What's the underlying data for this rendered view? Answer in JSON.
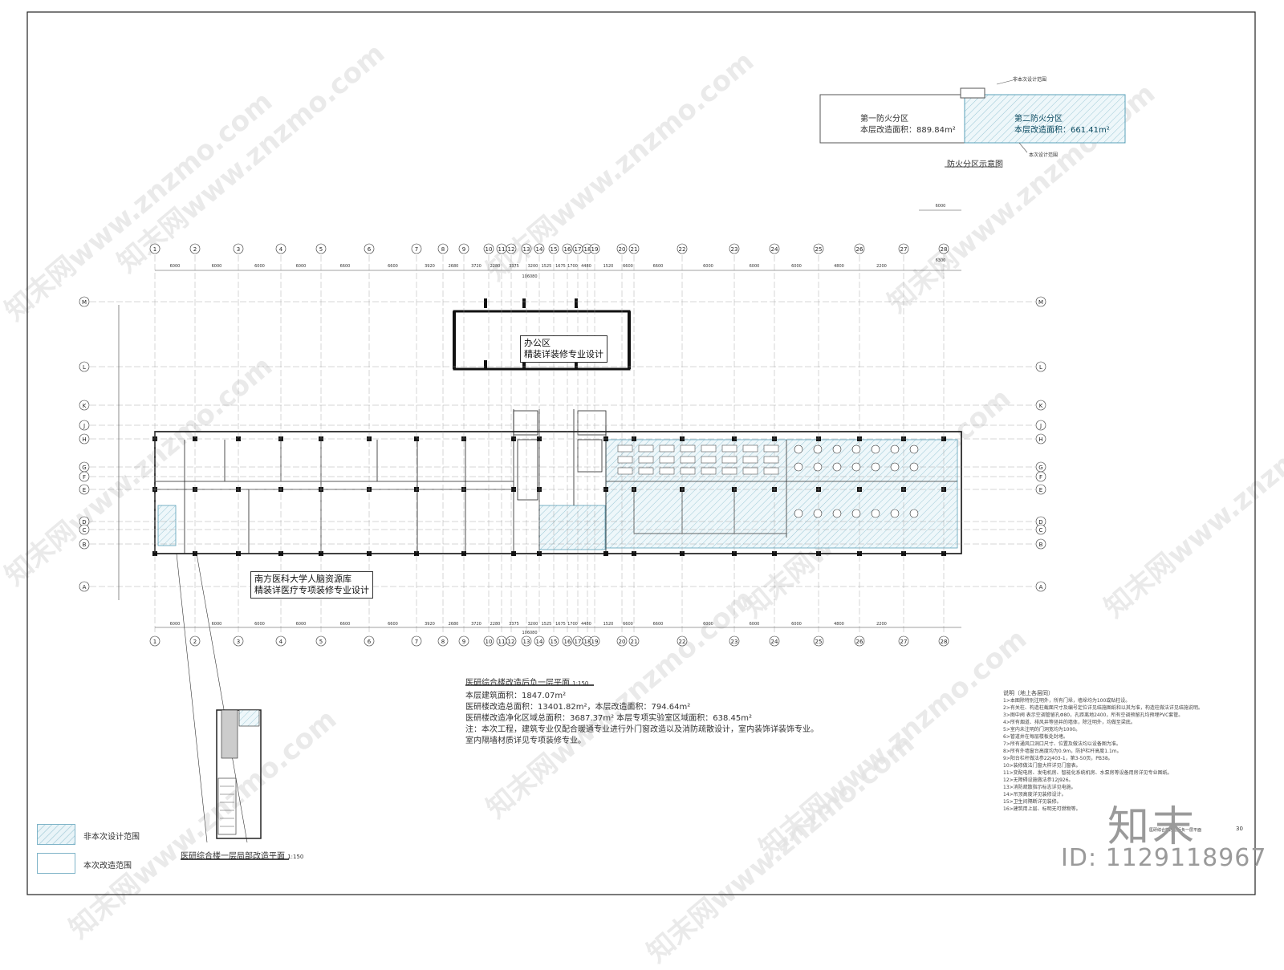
{
  "fire_zone": {
    "zone1_name": "第一防火分区",
    "zone1_area": "本层改造面积：889.84m²",
    "zone2_name": "第二防火分区",
    "zone2_area": "本层改造面积：661.41m²",
    "title": "防火分区示意图",
    "label_outside": "非本次设计范围",
    "label_inside": "本次设计范围"
  },
  "axes": {
    "columns": [
      "1",
      "2",
      "3",
      "4",
      "5",
      "6",
      "7",
      "8",
      "9",
      "10",
      "11",
      "12",
      "13",
      "14",
      "15",
      "16",
      "17",
      "18",
      "19",
      "20",
      "21",
      "22",
      "23",
      "24",
      "25",
      "26",
      "27",
      "28"
    ],
    "rows": [
      "M",
      "L",
      "K",
      "J",
      "H",
      "G",
      "F",
      "E",
      "D",
      "C",
      "B",
      "A"
    ],
    "spans_top": [
      "6000",
      "6000",
      "6000",
      "6000",
      "6600",
      "6600",
      "3920",
      "2680",
      "3720",
      "2280",
      "3375",
      "3200",
      "1525",
      "1675",
      "1700",
      "4480",
      "1520",
      "6600",
      "6600",
      "6000",
      "6000",
      "6000",
      "4800",
      "2200"
    ],
    "overall_dims": [
      "106080",
      "6000",
      "6300"
    ]
  },
  "areas": {
    "office": "办公区\n精装详装修专业设计",
    "office_line1": "办公区",
    "office_line2": "精装详装修专业设计",
    "hospital_line1": "南方医科大学人脑资源库",
    "hospital_line2": "精装详医疗专项装修专业设计"
  },
  "plan_info": {
    "title": "医研综合楼改造后负一层平面",
    "scale": "1:150",
    "line1": "本层建筑面积：1847.07m²",
    "line2": "医研楼改造总面积：13401.82m²，本层改造面积：794.64m²",
    "line3": "医研楼改造净化区域总面积：3687.37m²  本层专项实验室区域面积：638.45m²",
    "line4": "注：本次工程，建筑专业仅配合暖通专业进行外门窗改造以及消防疏散设计，室内装饰详装饰专业。",
    "line5": "室内隔墙材质详见专项装修专业。"
  },
  "detail_plan": {
    "title": "医研综合楼一层局部改造平面",
    "scale": "1:150"
  },
  "legend": {
    "outside": "非本次设计范围",
    "inside": "本次改造范围"
  },
  "notes": [
    "说明（地上各层同）",
    "1>本图除特别注明外，所有门垛，墙垛均为100或贴柱设。",
    "2>有关柱、构造柱截面尺寸及编号定位详见结施图纸和以其为准，构造柱做法详见结施说明。",
    "3>图中阀   表示空调管留孔Φ80，孔距离地2400，所有空调预留孔均预埋PVC套管。",
    "4>所有烟道、排风井等竖井的墙体，除注明外，均做至梁底。",
    "5>室内未注明的门洞宽均为1000。",
    "6>管道井在每层楼板处封堵。",
    "7>所有通风口洞口尺寸、位置及做法均以设备图为准。",
    "8>所有外墙窗台高度均为0.9m，防护栏杆高度1.1m。",
    "9>阳台栏杆做法参22J403-1，第3-50页，PB38。",
    "10>装修做法门窗大样详见门窗表。",
    "11>变配电房、发电机房、智能化系统机房、水泵房等设备用房详见专业图纸。",
    "12>无障碍设施做法参12J926。",
    "13>消防疏散指示标志详见电施。",
    "14>吊顶高度详见装修设计。",
    "15>卫生间隔断详见装修。",
    "16>建筑用上层、标明无可燃物等。"
  ],
  "sheet_label": "医研综合楼改造后负一层平面",
  "sheet_number": "30",
  "brand": "知末",
  "id_text": "ID: 1129118967",
  "watermark": "知末网www.znzmo.com"
}
